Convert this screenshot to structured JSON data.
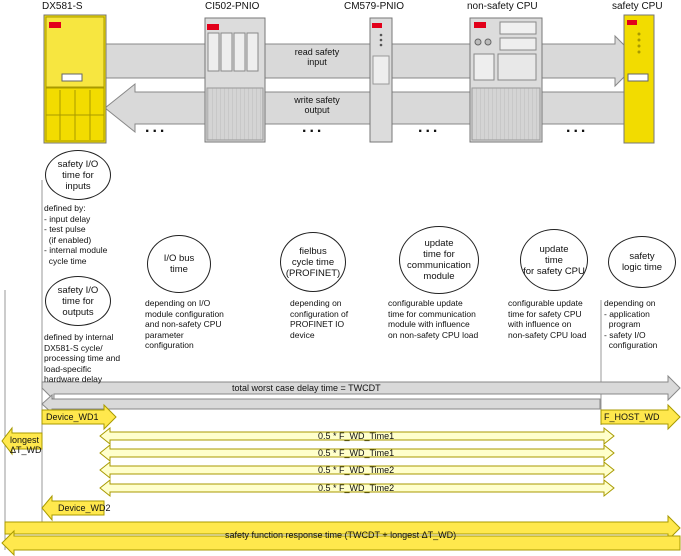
{
  "devices": {
    "dx581": "DX581-S",
    "ci502": "CI502-PNIO",
    "cm579": "CM579-PNIO",
    "nonsafety_cpu": "non-safety CPU",
    "safety_cpu": "safety CPU"
  },
  "flow": {
    "read": "read safety\ninput",
    "write": "write safety\noutput",
    "dots": "..."
  },
  "bubbles": {
    "safety_io_inputs": "safety I/O\ntime for\ninputs",
    "safety_io_outputs": "safety I/O\ntime for\noutputs",
    "io_bus": "I/O bus\ntime",
    "fieldbus": "fielbus\ncycle time\n(PROFINET)",
    "comm_module": "update\ntime for\ncommunication\nmodule",
    "safety_cpu_update": "update\ntime\nfor safety CPU",
    "safety_logic": "safety\nlogic time"
  },
  "descriptions": {
    "inputs": "defined by:\n- input delay\n- test pulse\n  (if enabled)\n- internal module\n  cycle time",
    "outputs": "defined by internal\nDX581-S cycle/\nprocessing time and\nload-specific\nhardware delay",
    "io_bus": "depending on I/O\nmodule configuration\nand non-safety CPU\nparameter\nconfiguration",
    "fieldbus": "depending on\nconfiguration of\nPROFINET IO\ndevice",
    "comm_module": "configurable update\ntime for communication\nmodule with influence\non non-safety CPU load",
    "safety_cpu_update": "configurable update\ntime for safety CPU\nwith influence on\nnon-safety CPU load",
    "safety_logic": "depending on\n- application\n  program\n- safety I/O\n  configuration"
  },
  "timing": {
    "twcdt": "total worst case delay time = TWCDT",
    "device_wd1": "Device_WD1",
    "f_host_wd": "F_HOST_WD",
    "longest_wd": "longest\nΔT_WD",
    "fwd1a": "0.5 * F_WD_Time1",
    "fwd1b": "0.5 * F_WD_Time1",
    "fwd2a": "0.5 * F_WD_Time2",
    "fwd2b": "0.5 * F_WD_Time2",
    "device_wd2": "Device_WD2",
    "response": "safety function response time (TWCDT + longest ΔT_WD)"
  },
  "colors": {
    "yellow": "#ffe84d",
    "yellow_light": "#ffffcc",
    "module_yellow": "#f2dc00",
    "gray_arrow": "#d9d9d9",
    "module_gray": "#dcdcdc",
    "abb_red": "#e2001a"
  }
}
